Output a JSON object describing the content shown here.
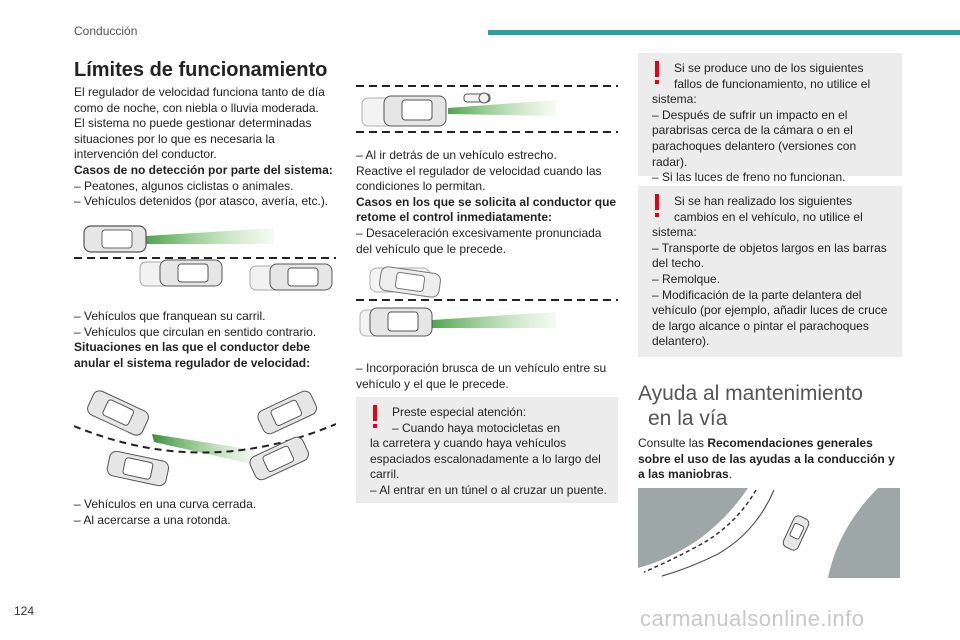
{
  "header": {
    "section": "Conducción",
    "page_number": "124",
    "accent_color": "#2a9fa3",
    "watermark": "carmanualsonline.info"
  },
  "col1": {
    "title": "Límites de funcionamiento",
    "intro": [
      "El regulador de velocidad funciona tanto de día",
      "como de noche, con niebla o lluvia moderada.",
      "El sistema no puede gestionar determinadas",
      "situaciones por lo que es necesaria la",
      "intervención del conductor."
    ],
    "no_detect_heading": "Casos de no detección por parte del sistema:",
    "no_detect_items": [
      "–  Peatones, algunos ciclistas o animales.",
      "–  Vehículos detenidos (por atasco, avería, etc.)."
    ],
    "lane_items": [
      "–  Vehículos que franquean su carril.",
      "–  Vehículos que circulan en sentido contrario."
    ],
    "override_heading": [
      "Situaciones en las que el conductor debe",
      "anular el sistema regulador de velocidad:"
    ],
    "curve_items": [
      "–  Vehículos en una curva cerrada.",
      "–  Al acercarse a una rotonda."
    ]
  },
  "col2": {
    "narrow_item": "–  Al ir detrás de un vehículo estrecho.",
    "reactivate": [
      "Reactive el regulador de velocidad cuando las",
      "condiciones lo permitan."
    ],
    "takeover_heading": [
      "Casos en los que se solicita al conductor que",
      "retome el control inmediatamente:"
    ],
    "decel_items": [
      "–  Desaceleración excesivamente pronunciada",
      "del vehículo que le precede."
    ],
    "cutin_items": [
      "–  Incorporación brusca de un vehículo entre su",
      "vehículo y el que le precede."
    ],
    "warning": [
      "Preste especial atención:",
      "–  Cuando haya motocicletas en",
      "la carretera y cuando haya vehículos",
      "espaciados escalonadamente a lo largo del",
      "carril.",
      "–  Al entrar en un túnel o al cruzar un puente."
    ]
  },
  "col3": {
    "warning1": [
      "Si se produce uno de los siguientes",
      "fallos de funcionamiento, no utilice el",
      "sistema:",
      "–  Después de sufrir un impacto en el",
      "parabrisas cerca de la cámara o en el",
      "parachoques delantero (versiones con radar).",
      "–  Si las luces de freno no funcionan."
    ],
    "warning2": [
      "Si se han realizado los siguientes",
      "cambios en el vehículo, no utilice el",
      "sistema:",
      "–  Transporte de objetos largos en las barras",
      "del techo.",
      "–  Remolque.",
      "–  Modificación de la parte delantera del",
      "vehículo (por ejemplo, añadir luces de cruce",
      "de largo alcance o pintar el parachoques",
      "delantero)."
    ],
    "heading": [
      "Ayuda al mantenimiento",
      "en la vía"
    ],
    "consult_pre": "Consulte las ",
    "consult_bold": [
      "Recomendaciones generales",
      "sobre el uso de las ayudas a la conducción y",
      "a las maniobras"
    ],
    "consult_post": "."
  },
  "icons": [
    "warning-exclamation-icon"
  ]
}
